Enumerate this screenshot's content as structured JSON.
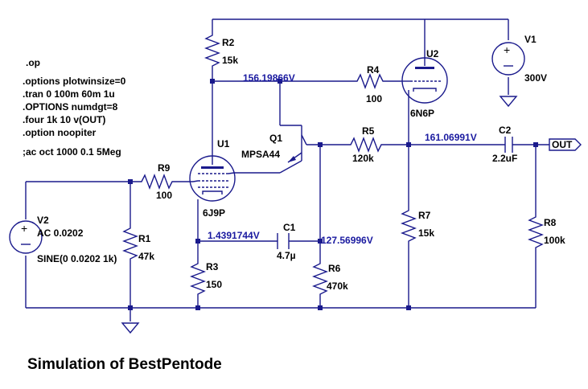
{
  "directives": [
    ".op",
    ".options plotwinsize=0",
    ".tran 0 100m 60m 1u",
    ".OPTIONS numdgt=8",
    ".four 1k 10 v(OUT)",
    ".option noopiter",
    ";ac oct 1000 0.1 5Meg"
  ],
  "components": {
    "R1": {
      "name": "R1",
      "value": "47k"
    },
    "R2": {
      "name": "R2",
      "value": "15k"
    },
    "R3": {
      "name": "R3",
      "value": "150"
    },
    "R4": {
      "name": "R4",
      "value": "100"
    },
    "R5": {
      "name": "R5",
      "value": "120k"
    },
    "R6": {
      "name": "R6",
      "value": "470k"
    },
    "R7": {
      "name": "R7",
      "value": "15k"
    },
    "R8": {
      "name": "R8",
      "value": "100k"
    },
    "R9": {
      "name": "R9",
      "value": "100"
    },
    "C1": {
      "name": "C1",
      "value": "4.7µ"
    },
    "C2": {
      "name": "C2",
      "value": "2.2uF"
    },
    "Q1": {
      "name": "Q1",
      "value": "MPSA44"
    },
    "U1": {
      "name": "U1",
      "value": "6J9P"
    },
    "U2": {
      "name": "U2",
      "value": "6N6P"
    },
    "V1": {
      "name": "V1",
      "value": "300V"
    },
    "V2": {
      "name": "V2",
      "value": "AC 0.0202",
      "value2": "SINE(0 0.0202 1k)"
    }
  },
  "node_voltages": {
    "v1": "156.19866V",
    "v2": "161.06991V",
    "v3": "1.4391744V",
    "v4": "127.56996V"
  },
  "out_label": "OUT",
  "title": "Simulation of BestPentode",
  "colors": {
    "wire": "#1a1a8c",
    "voltage_text": "#1a1aa0",
    "text": "#000000",
    "background": "#ffffff"
  }
}
